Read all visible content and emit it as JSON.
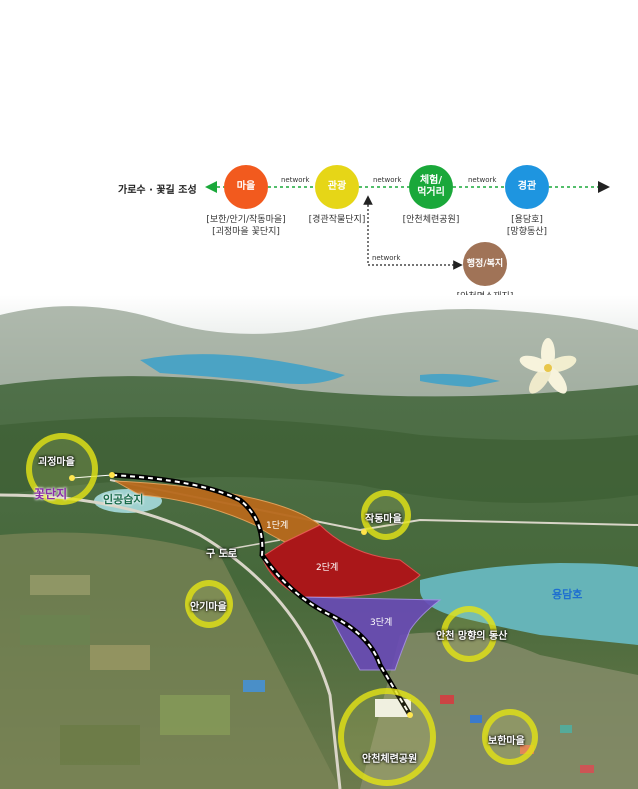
{
  "network": {
    "start_label": "가로수 · 꽃길 조성",
    "edge_label": "network",
    "nodes": [
      {
        "name": "마을",
        "color": "#f25a1e",
        "caption": [
          "[보한/안기/작동마을]",
          "[괴정마을 꽃단지]"
        ]
      },
      {
        "name": "관광",
        "color": "#e6d617",
        "caption": [
          "[경관작물단지]"
        ]
      },
      {
        "name": "체험/\n먹거리",
        "color": "#1aa83a",
        "caption": [
          "[안천체련공원]"
        ]
      },
      {
        "name": "경관",
        "color": "#1e95e0",
        "caption": [
          "[용담호]",
          "[망향동산]"
        ]
      },
      {
        "name": "행정/복지",
        "color": "#a07357",
        "caption": [
          "[안천면소재지]"
        ]
      }
    ]
  },
  "map": {
    "places": {
      "goejeong": "괴정마을",
      "flower": "꽃단지",
      "wetland": "인공습지",
      "jakdong": "작동마을",
      "old_road": "구 도로",
      "angi": "안기마을",
      "lake": "용담호",
      "manghyang": "안천 망향의 동산",
      "park": "안천체련공원",
      "bohan": "보한마을"
    },
    "phases": {
      "p1": "1단계",
      "p2": "2단계",
      "p3": "3단계"
    }
  }
}
